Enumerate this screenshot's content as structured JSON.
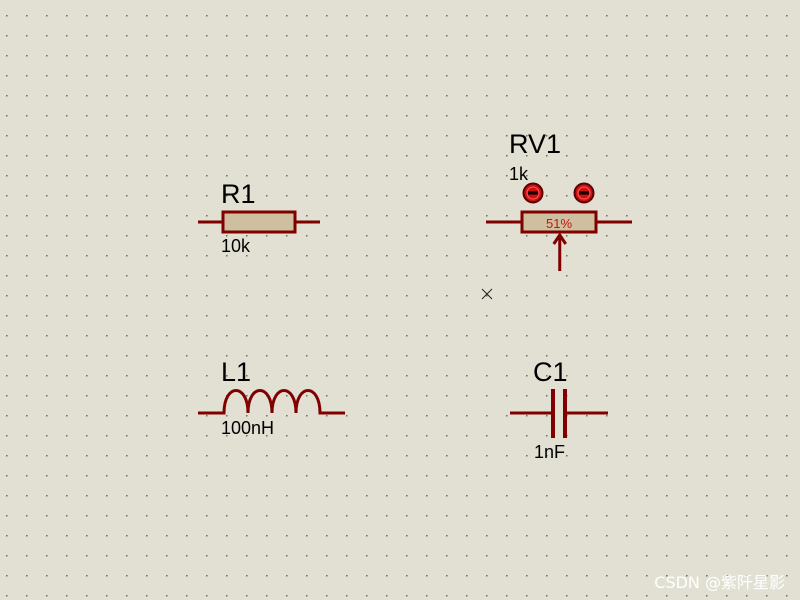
{
  "canvas": {
    "background": "#e1e0d3",
    "grid_dot_color": "#6f6f66",
    "wire_color": "#800000",
    "body_fill": "#cdbf9f",
    "probe_fill": "#cc1111"
  },
  "components": {
    "r1": {
      "ref": "R1",
      "value": "10k"
    },
    "rv1": {
      "ref": "RV1",
      "value": "1k",
      "wiper_position": "51%",
      "wiper_fraction": 0.51,
      "probe_icon": "minus-icon"
    },
    "l1": {
      "ref": "L1",
      "value": "100nH"
    },
    "c1": {
      "ref": "C1",
      "value": "1nF"
    }
  },
  "cursor": {
    "icon": "cross-marker-icon"
  },
  "watermark": "CSDN @紫阡星影"
}
